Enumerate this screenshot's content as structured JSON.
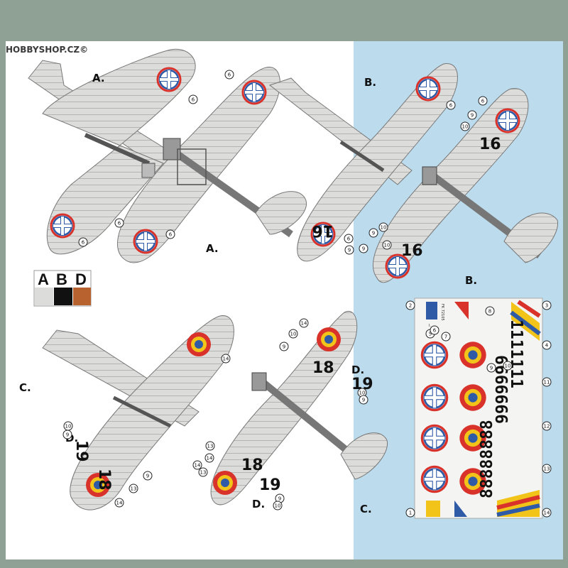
{
  "watermark": "HOBBYSHOP.CZ©",
  "colors": {
    "frame": "#8fa095",
    "sheet": "#ffffff",
    "blue_panel": "#bcdcee",
    "aircraft_fill": "#dcdcda",
    "aircraft_line": "#777777",
    "roundel_red": "#d8322b",
    "roundel_blue": "#2f5aa6",
    "roundel_yellow": "#f2c41a",
    "text_black": "#111111"
  },
  "variants": [
    {
      "id": "A",
      "label": "A."
    },
    {
      "id": "A",
      "label": "A."
    },
    {
      "id": "B",
      "label": "B."
    },
    {
      "id": "B",
      "label": "B."
    },
    {
      "id": "C",
      "label": "C."
    },
    {
      "id": "C",
      "label": "C."
    },
    {
      "id": "D",
      "label": "D."
    },
    {
      "id": "D",
      "label": "D."
    },
    {
      "id": "D",
      "label": "D."
    }
  ],
  "codes": {
    "b": "16",
    "d1": "18",
    "d2": "19"
  },
  "swatches": [
    {
      "letter": "A",
      "color": "#dcdcda"
    },
    {
      "letter": "B",
      "color": "#111111"
    },
    {
      "letter": "D",
      "color": "#b8632f"
    }
  ],
  "callouts": [
    "6",
    "6",
    "6",
    "6",
    "6",
    "6",
    "6",
    "9",
    "10",
    "6",
    "9",
    "10",
    "9",
    "10",
    "9",
    "14",
    "14",
    "9",
    "10",
    "13",
    "14",
    "10",
    "9",
    "13",
    "14",
    "9",
    "10",
    "9",
    "13",
    "14",
    "9",
    "10",
    "1",
    "2",
    "3",
    "4",
    "5",
    "6",
    "7",
    "8",
    "9",
    "10",
    "11",
    "12",
    "13",
    "14"
  ],
  "decal": {
    "series_label": "I.",
    "code_label": "FK 72105",
    "numbers_row": "1111111",
    "sixes_row": "6666666",
    "eights_row": "88888888"
  }
}
